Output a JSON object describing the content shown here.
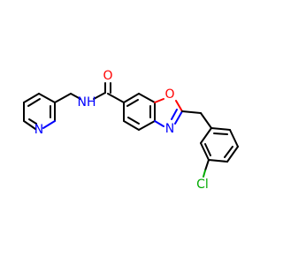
{
  "molecule": {
    "atoms": {
      "amide_o": {
        "symbol": "O",
        "color": "#ff0000"
      },
      "amide_n": {
        "symbol": "NH",
        "color": "#0000ff"
      },
      "pyridine_n": {
        "symbol": "N",
        "color": "#0000ff"
      },
      "oxazole_o": {
        "symbol": "O",
        "color": "#ff0000"
      },
      "oxazole_n": {
        "symbol": "N",
        "color": "#0000ff"
      },
      "chlorine": {
        "symbol": "Cl",
        "color": "#00aa00"
      }
    }
  }
}
